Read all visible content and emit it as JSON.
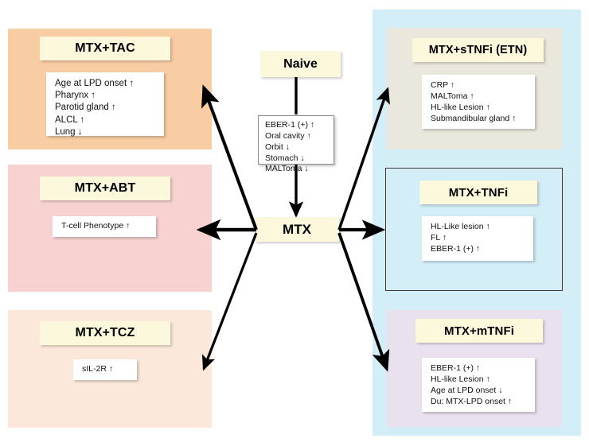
{
  "figure": {
    "title_boxes": {
      "naive": "Naive",
      "mtx": "MTX"
    },
    "center_list": {
      "items": [
        "EBER-1 (+) ↑",
        "Oral cavity ↑",
        "Orbit ↓",
        "Stomach ↓",
        "MALToma ↓"
      ]
    },
    "groups": [
      {
        "key": "mtx_tac",
        "title": "MTX+TAC",
        "panel_color": "#f9cda3",
        "items": [
          "Age at LPD onset ↑",
          "Pharynx ↑",
          "Parotid gland ↑",
          "ALCL ↑",
          "Lung ↓"
        ]
      },
      {
        "key": "mtx_abt",
        "title": "MTX+ABT",
        "panel_color": "#f7d2d0",
        "items": [
          "T-cell Phenotype  ↑"
        ]
      },
      {
        "key": "mtx_tcz",
        "title": "MTX+TCZ",
        "panel_color": "#fce8da",
        "items": [
          "sIL-2R ↑"
        ]
      },
      {
        "key": "mtx_stnfi_etn",
        "title": "MTX+sTNFi (ETN)",
        "panel_color": "#eae7dc",
        "items": [
          "CRP ↑",
          "MALToma ↑",
          "HL-like Lesion ↑",
          "Submandibular gland ↑"
        ]
      },
      {
        "key": "mtx_tnfi",
        "title": "MTX+TNFi",
        "panel_color": "#d3eef7",
        "items": [
          "HL-Like lesion ↑",
          "FL ↑",
          "EBER-1 (+)  ↑"
        ]
      },
      {
        "key": "mtx_mtnfi",
        "title": "MTX+mTNFi",
        "panel_color": "#eae1ee",
        "items": [
          "EBER-1 (+) ↑",
          "HL-like Lesion ↑",
          "Age at LPD onset ↓",
          "Du: MTX-LPD onset ↑"
        ]
      }
    ],
    "background_panel": {
      "name": "tnfi-background-panel",
      "color": "#d3eef7"
    },
    "colors": {
      "card": "#ffffff",
      "plaque": "#fbf8dc",
      "arrow": "#000000",
      "outline": "#3a3a3a"
    }
  }
}
